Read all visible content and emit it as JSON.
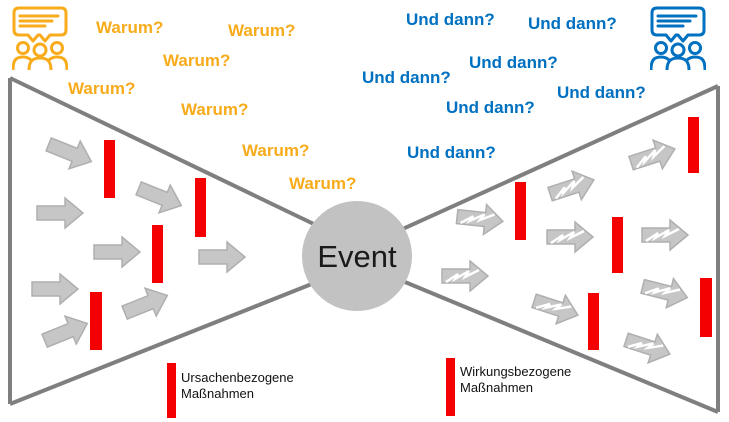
{
  "diagram": {
    "type": "bowtie-cause-effect-diagram",
    "event": {
      "label": "Event"
    },
    "cause_side": {
      "question": "Warum?",
      "question_count": 7,
      "legend": "Ursachenbezogene Maßnahmen",
      "icon": "discussion-group-icon",
      "accent_color": "#F8AB1B"
    },
    "effect_side": {
      "question": "Und dann?",
      "question_count": 7,
      "legend": "Wirkungsbezogene Maßnahmen",
      "icon": "discussion-group-icon",
      "accent_color": "#0070C0"
    },
    "colors": {
      "barrier_red": "#F40000",
      "arrow_gray": "#C6C6C6",
      "outline_gray": "#7F7F7F",
      "event_circle_gray": "#C2C2C2"
    }
  }
}
